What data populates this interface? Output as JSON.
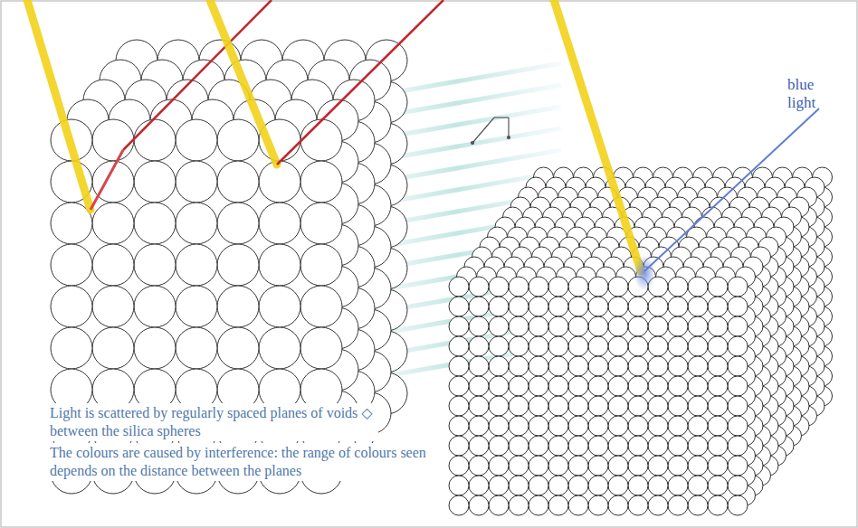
{
  "diagram": {
    "labels": [
      "blue light",
      "Light is scattered by regularly spaced planes of voids ◇ between the silica spheres",
      "The colours are caused by interference: the range of colours seen depends on the distance between the planes"
    ]
  }
}
